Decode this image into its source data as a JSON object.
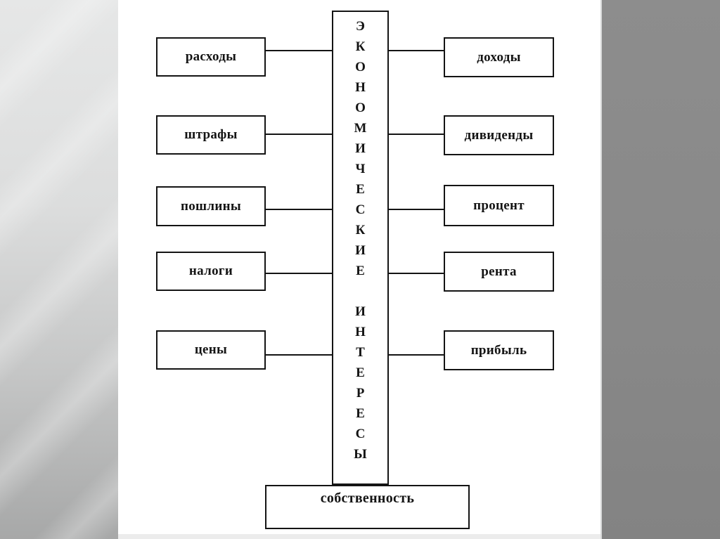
{
  "slide": {
    "background": {
      "left_panel_color": "#dcdddd",
      "right_panel_color": "#888888",
      "canvas_color": "#ffffff",
      "line_color": "#141414"
    },
    "diagram": {
      "center_title": "ЭКОНОМИЧЕСКИЕ ИНТЕРЕСЫ",
      "center_word1_stacked": "Э\nК\nО\nН\nО\nМ\nИ\nЧ\nЕ\nС\nК\nИ\nЕ",
      "center_word2_stacked": "И\nН\nТ\nЕ\nР\nЕ\nС\nЫ",
      "left_nodes": [
        "расходы",
        "штрафы",
        "пошлины",
        "налоги",
        "цены"
      ],
      "right_nodes": [
        "доходы",
        "дивиденды",
        "процент",
        "рента",
        "прибыль"
      ],
      "bottom_node": "собственность"
    }
  }
}
